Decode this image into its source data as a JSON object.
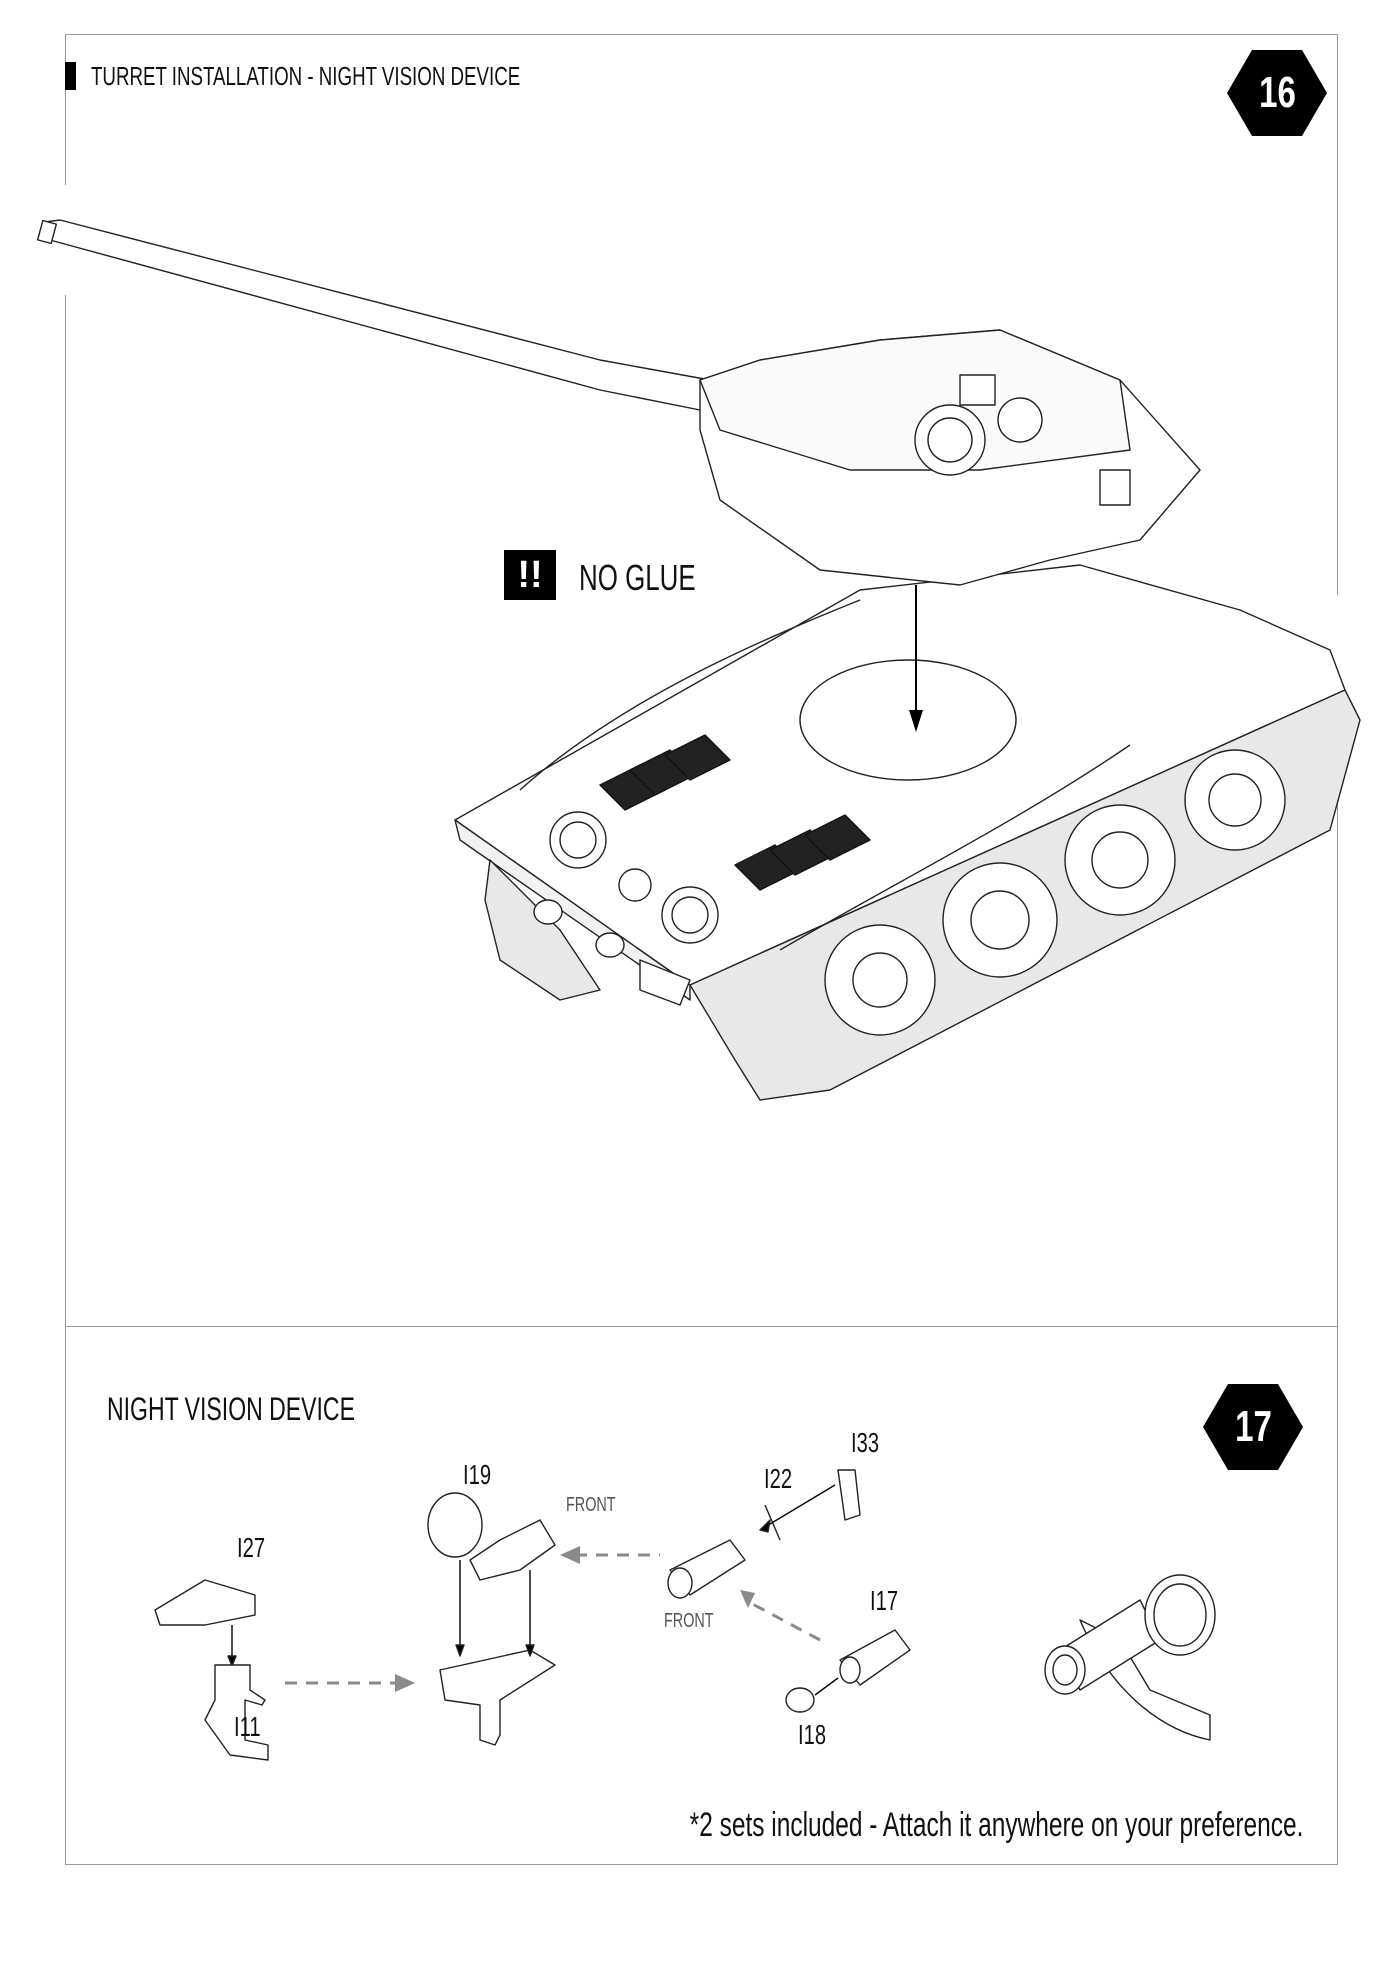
{
  "step16": {
    "title": "TURRET INSTALLATION - NIGHT VISION DEVICE",
    "step_number": "16",
    "warning_icon": "!!",
    "warning_text": "NO GLUE"
  },
  "step17": {
    "title": "NIGHT  VISION DEVICE",
    "step_number": "17",
    "parts": {
      "i19": "I19",
      "i22": "I22",
      "i33": "I33",
      "i27": "I27",
      "i11": "I11",
      "i17": "I17",
      "i18": "I18"
    },
    "front_label_1": "FRONT",
    "front_label_2": "FRONT",
    "footnote": "*2 sets included - Attach it anywhere on your preference."
  },
  "colors": {
    "ink": "#111111",
    "frame": "#9a9a9a",
    "arrow_dashed": "#8a8a8a",
    "vent": "#222222"
  }
}
